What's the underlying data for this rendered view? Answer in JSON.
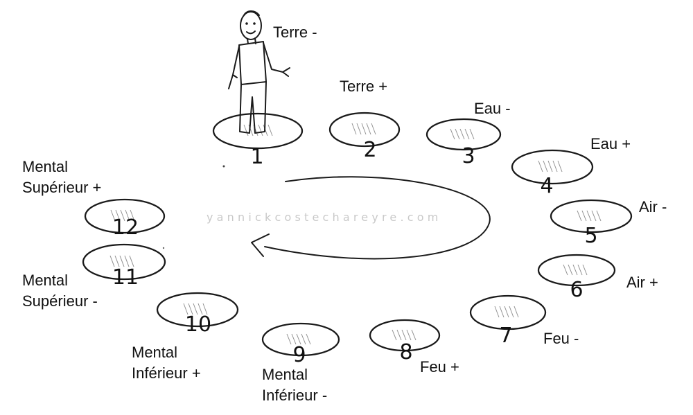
{
  "watermark": "yannickcostechareyre.com",
  "stones": [
    {
      "number": "1",
      "label_lines": [
        "Terre -"
      ]
    },
    {
      "number": "2",
      "label_lines": [
        "Terre +"
      ]
    },
    {
      "number": "3",
      "label_lines": [
        "Eau -"
      ]
    },
    {
      "number": "4",
      "label_lines": [
        "Eau +"
      ]
    },
    {
      "number": "5",
      "label_lines": [
        "Air -"
      ]
    },
    {
      "number": "6",
      "label_lines": [
        "Air +"
      ]
    },
    {
      "number": "7",
      "label_lines": [
        "Feu -"
      ]
    },
    {
      "number": "8",
      "label_lines": [
        "Feu +"
      ]
    },
    {
      "number": "9",
      "label_lines": [
        "Mental",
        "Inférieur -"
      ]
    },
    {
      "number": "10",
      "label_lines": [
        "Mental",
        "Inférieur +"
      ]
    },
    {
      "number": "11",
      "label_lines": [
        "Mental",
        "Supérieur -"
      ]
    },
    {
      "number": "12",
      "label_lines": [
        "Mental",
        "Supérieur +"
      ]
    }
  ]
}
